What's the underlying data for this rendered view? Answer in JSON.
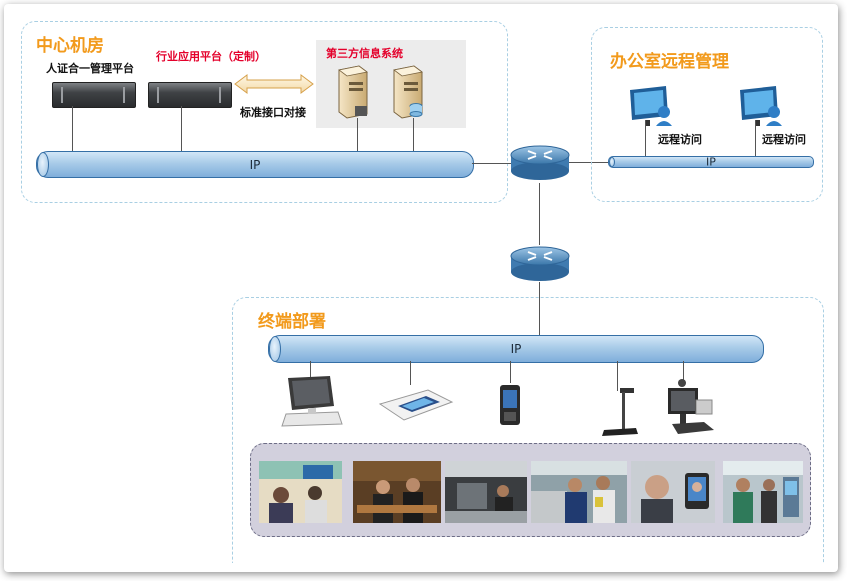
{
  "center": {
    "title": "中心机房",
    "id_platform": "人证合一管理平台",
    "industry_platform": "行业应用平台（定制）",
    "third_party": "第三方信息系统",
    "interface": "标准接口对接",
    "bus": "IP"
  },
  "office": {
    "title": "办公室远程管理",
    "access_1": "远程访问",
    "access_2": "远程访问",
    "bus": "IP"
  },
  "terminal": {
    "title": "终端部署",
    "bus": "IP"
  },
  "colors": {
    "zone_title": "#f29a1c",
    "highlight": "#e4002b",
    "bus": "#a8cbe8",
    "zone_border": "#a9cfe3"
  }
}
